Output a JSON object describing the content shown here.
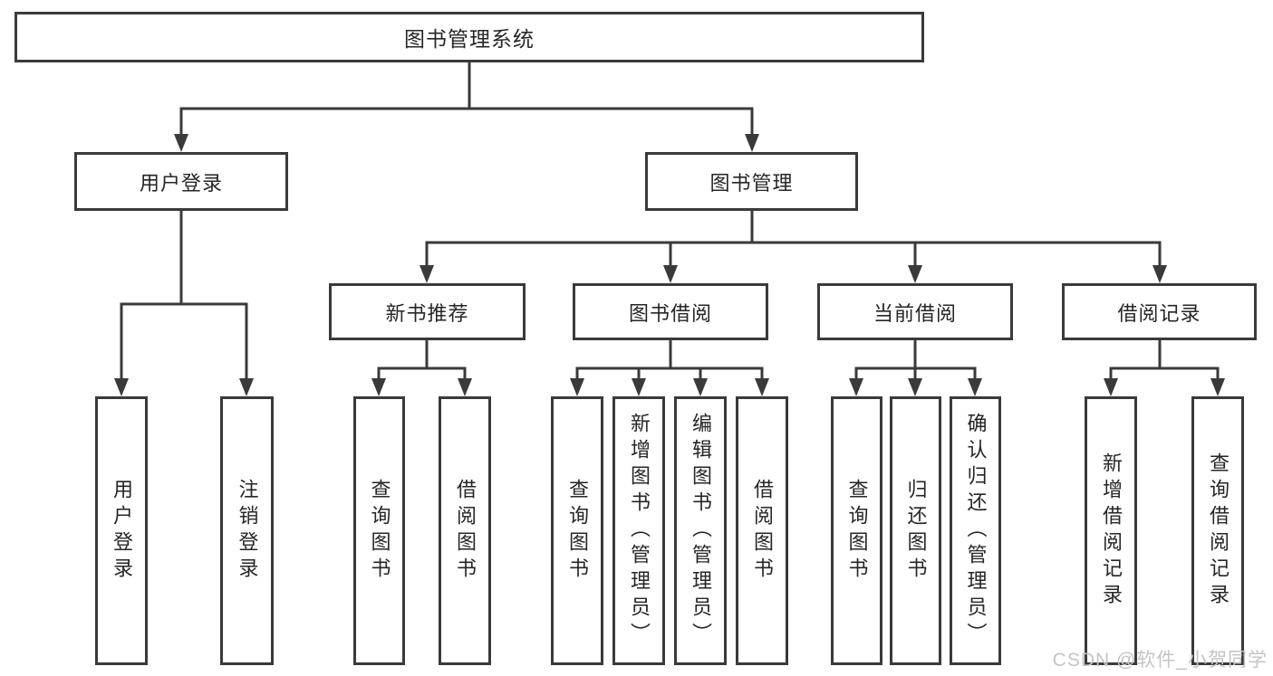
{
  "colors": {
    "line": "#3a3a3a",
    "box_fill": "#ffffff",
    "text": "#262626",
    "watermark_text": "#c4c4c4",
    "background": "#ffffff"
  },
  "watermark": "CSDN @软件_小贺同学",
  "root": {
    "label": "图书管理系统"
  },
  "level2": [
    {
      "id": "user-login",
      "label": "用户登录"
    },
    {
      "id": "book-management",
      "label": "图书管理"
    }
  ],
  "level3": [
    {
      "id": "new-book-recommend",
      "label": "新书推荐"
    },
    {
      "id": "book-borrow",
      "label": "图书借阅"
    },
    {
      "id": "current-borrow",
      "label": "当前借阅"
    },
    {
      "id": "borrow-records",
      "label": "借阅记录"
    }
  ],
  "leaves": [
    {
      "id": "user-login-leaf",
      "label": "用户登录"
    },
    {
      "id": "logout-login",
      "label": "注销登录"
    },
    {
      "id": "query-books-recommend",
      "label": "查询图书"
    },
    {
      "id": "borrow-books-recommend",
      "label": "借阅图书"
    },
    {
      "id": "query-books-borrow",
      "label": "查询图书"
    },
    {
      "id": "add-books-admin",
      "label": "新增图书（管理员）"
    },
    {
      "id": "edit-books-admin",
      "label": "编辑图书（管理员）"
    },
    {
      "id": "borrow-books-borrow",
      "label": "借阅图书"
    },
    {
      "id": "query-books-current",
      "label": "查询图书"
    },
    {
      "id": "return-books",
      "label": "归还图书"
    },
    {
      "id": "confirm-return-admin",
      "label": "确认归还（管理员）"
    },
    {
      "id": "add-borrow-record",
      "label": "新增借阅记录"
    },
    {
      "id": "query-borrow-record",
      "label": "查询借阅记录"
    }
  ]
}
